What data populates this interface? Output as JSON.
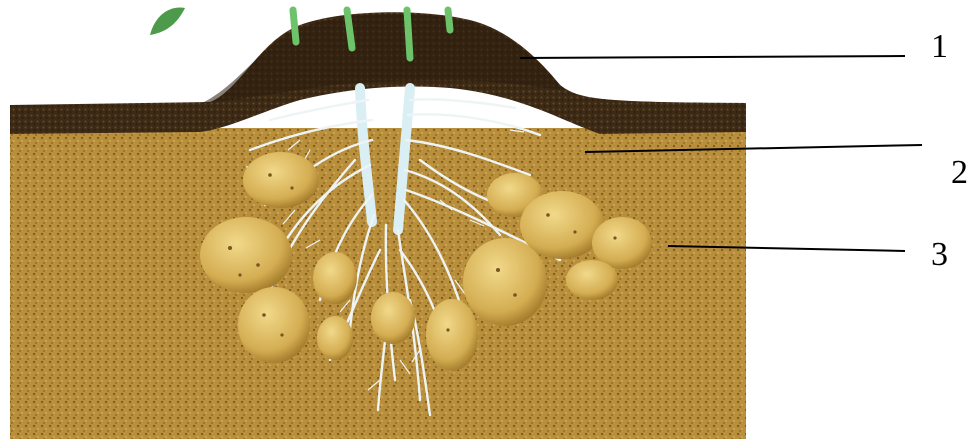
{
  "labels": {
    "one": "1",
    "two": "2",
    "three": "3"
  },
  "colors": {
    "soil_main": "#b88f3a",
    "soil_dark": "#4a2f17",
    "mound_top": "#3a2814",
    "tuber": "#d9b65a",
    "tuber_shadow": "#a8802c",
    "root": "#eef4f6",
    "stem": "#d8f0f5",
    "leaf": "#4d9b4a",
    "pointer_line": "#000000"
  }
}
